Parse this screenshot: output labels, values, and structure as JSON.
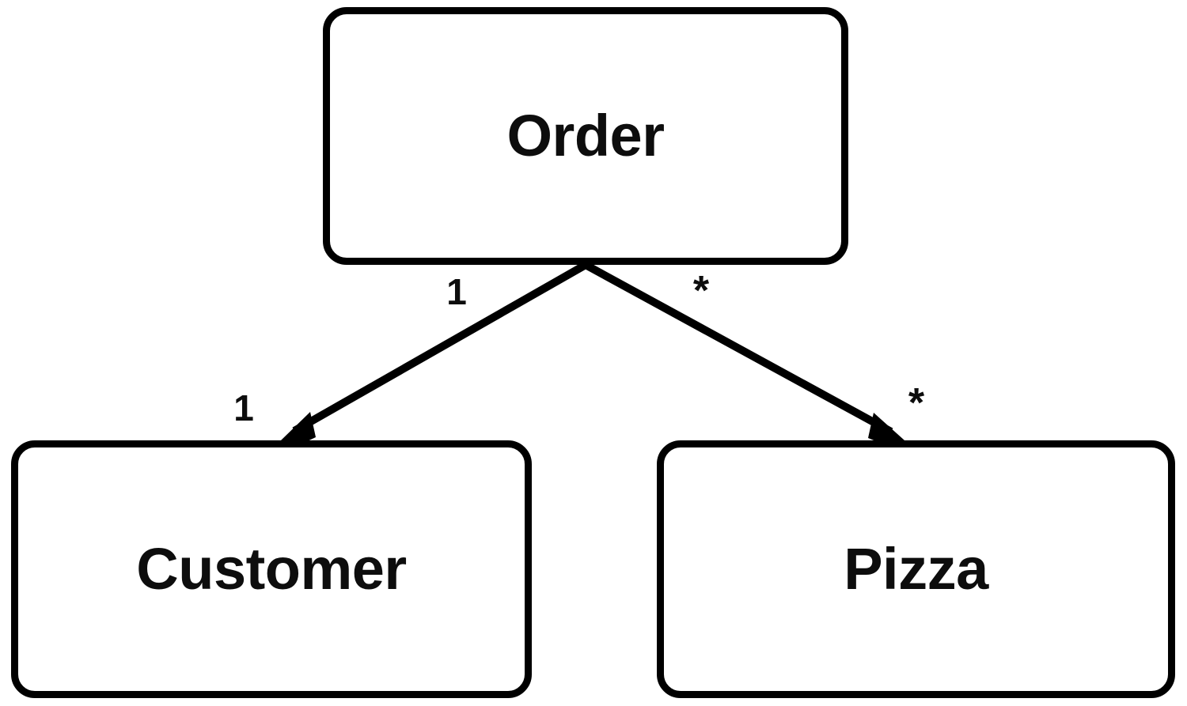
{
  "diagram": {
    "type": "uml-class-diagram",
    "title": "Order / Customer / Pizza association diagram",
    "background_color": "#ffffff",
    "stroke_color": "#000000",
    "text_color": "#0d0d0d",
    "classes": [
      {
        "id": "order",
        "name": "Order"
      },
      {
        "id": "customer",
        "name": "Customer"
      },
      {
        "id": "pizza",
        "name": "Pizza"
      }
    ],
    "associations": [
      {
        "id": "order-customer",
        "from": "order",
        "to": "customer",
        "source_multiplicity": "1",
        "target_multiplicity": "1",
        "arrow": "filled-triangle"
      },
      {
        "id": "order-pizza",
        "from": "order",
        "to": "pizza",
        "source_multiplicity": "*",
        "target_multiplicity": "*",
        "arrow": "filled-triangle"
      }
    ]
  }
}
